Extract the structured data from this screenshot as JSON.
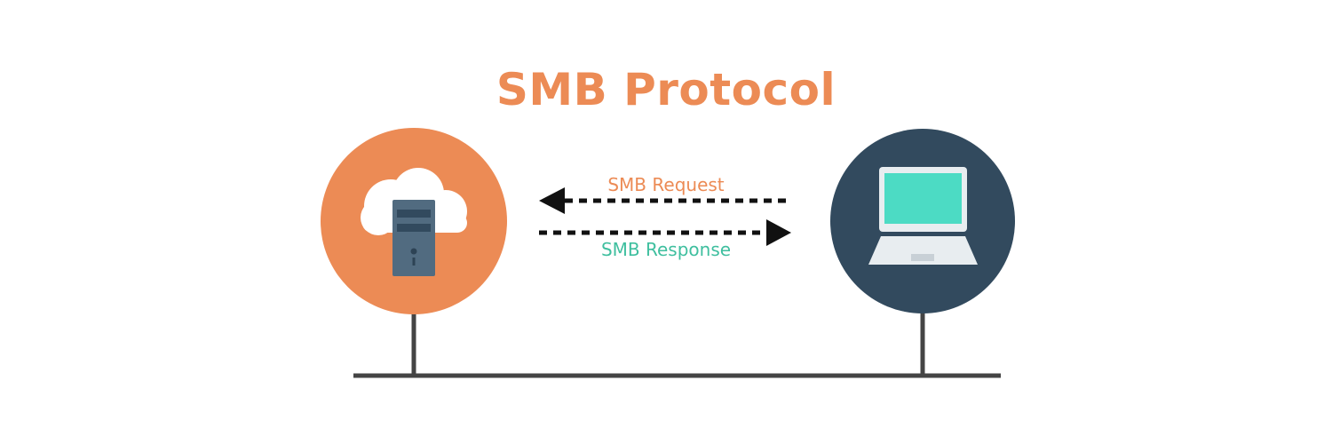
{
  "title": "SMB Protocol",
  "request": {
    "label": "SMB Request",
    "color": "#ec8b55"
  },
  "response": {
    "label": "SMB Response",
    "color": "#3fbf9f"
  },
  "server": {
    "icon": "cloud-server-icon",
    "circle_color": "#ec8b55"
  },
  "client": {
    "icon": "laptop-icon",
    "circle_color": "#324a5e",
    "screen_color": "#4cdbc4"
  },
  "network": {
    "line_color": "#444444"
  }
}
